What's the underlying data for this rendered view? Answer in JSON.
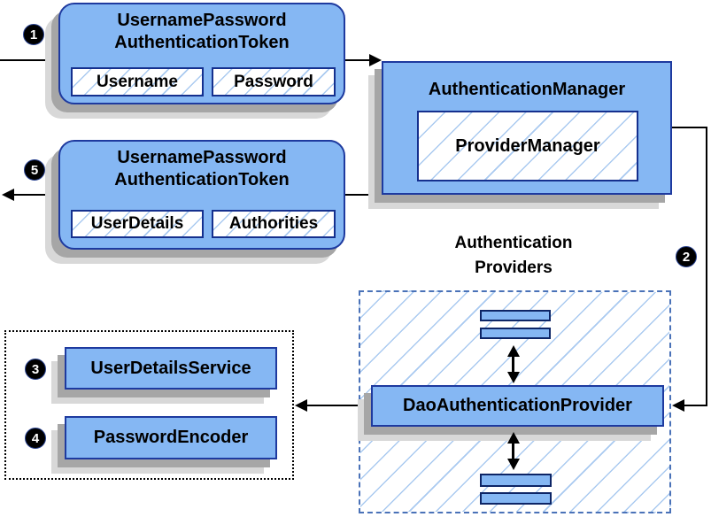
{
  "markers": {
    "one": "1",
    "two": "2",
    "three": "3",
    "four": "4",
    "five": "5"
  },
  "token_request": {
    "title_line1": "UsernamePassword",
    "title_line2": "AuthenticationToken",
    "fields": [
      "Username",
      "Password"
    ]
  },
  "auth_manager": {
    "title": "AuthenticationManager",
    "inner_label": "ProviderManager"
  },
  "token_response": {
    "title_line1": "UsernamePassword",
    "title_line2": "AuthenticationToken",
    "fields": [
      "UserDetails",
      "Authorities"
    ]
  },
  "providers": {
    "heading_line1": "Authentication",
    "heading_line2": "Providers",
    "provider_label": "DaoAuthenticationProvider"
  },
  "services": {
    "items": [
      "UserDetailsService",
      "PasswordEncoder"
    ]
  },
  "colors": {
    "node_fill": "#85b7f3",
    "node_border": "#1e3a9f",
    "hatch_line": "#aacaf0",
    "providers_dash_border": "#4a72b8",
    "services_dot_border": "#000000",
    "shadow_dark": "#a6a6a6",
    "shadow_light": "#d8d8d8",
    "connector": "#000000",
    "marker_fill": "#000000",
    "marker_text": "#ffffff"
  }
}
